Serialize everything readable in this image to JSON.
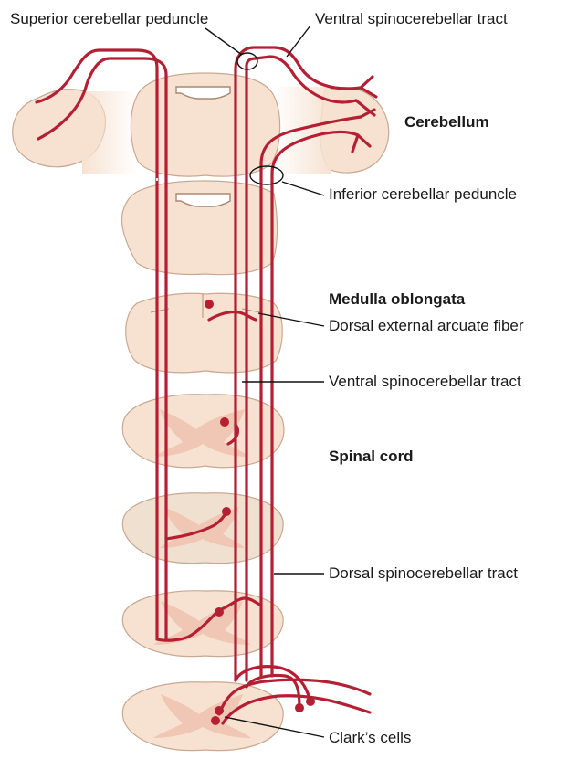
{
  "labels": {
    "superior_peduncle": "Superior cerebellar peduncle",
    "ventral_tract_top": "Ventral spinocerebellar tract",
    "cerebellum": "Cerebellum",
    "inferior_peduncle": "Inferior cerebellar peduncle",
    "medulla": "Medulla oblongata",
    "arcuate_fiber": "Dorsal external arcuate fiber",
    "ventral_tract_mid": "Ventral spinocerebellar tract",
    "spinal_cord": "Spinal cord",
    "dorsal_tract": "Dorsal spinocerebellar tract",
    "clarks_cells": "Clark’s cells"
  },
  "colors": {
    "tissue_fill": "#f7e2d2",
    "tissue_stroke": "#c9a891",
    "grey_matter": "#f0c6b5",
    "tract": "#b41f33",
    "leader_line": "#111111"
  }
}
